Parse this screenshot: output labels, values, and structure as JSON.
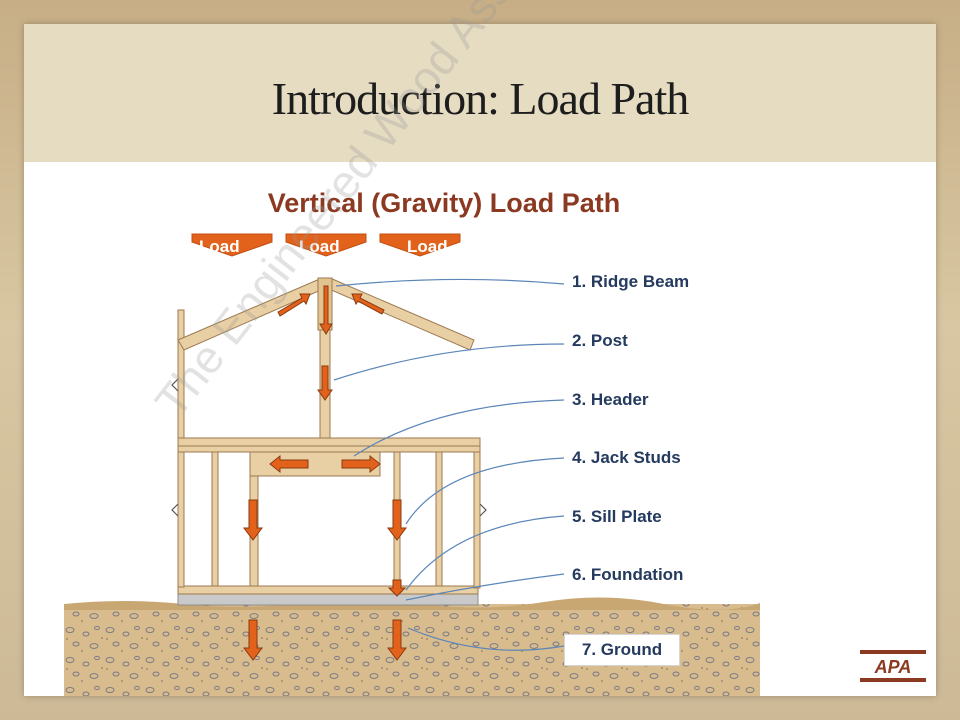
{
  "slide": {
    "title": "Introduction: Load Path",
    "subtitle": "Vertical (Gravity) Load Path"
  },
  "loads": [
    "Load",
    "Load",
    "Load"
  ],
  "labels": [
    "1. Ridge Beam",
    "2. Post",
    "3. Header",
    "4. Jack Studs",
    "5. Sill Plate",
    "6. Foundation",
    "7. Ground"
  ],
  "watermark": "The Engineered Wood Association",
  "logo": "APA",
  "colors": {
    "title_band": "#e6dcc2",
    "subtitle": "#8b3a21",
    "arrow": "#e2621b",
    "wood": "#e9cfa4",
    "label": "#243a5e",
    "leader": "#5b86b8",
    "soil": "#d7b98a"
  }
}
